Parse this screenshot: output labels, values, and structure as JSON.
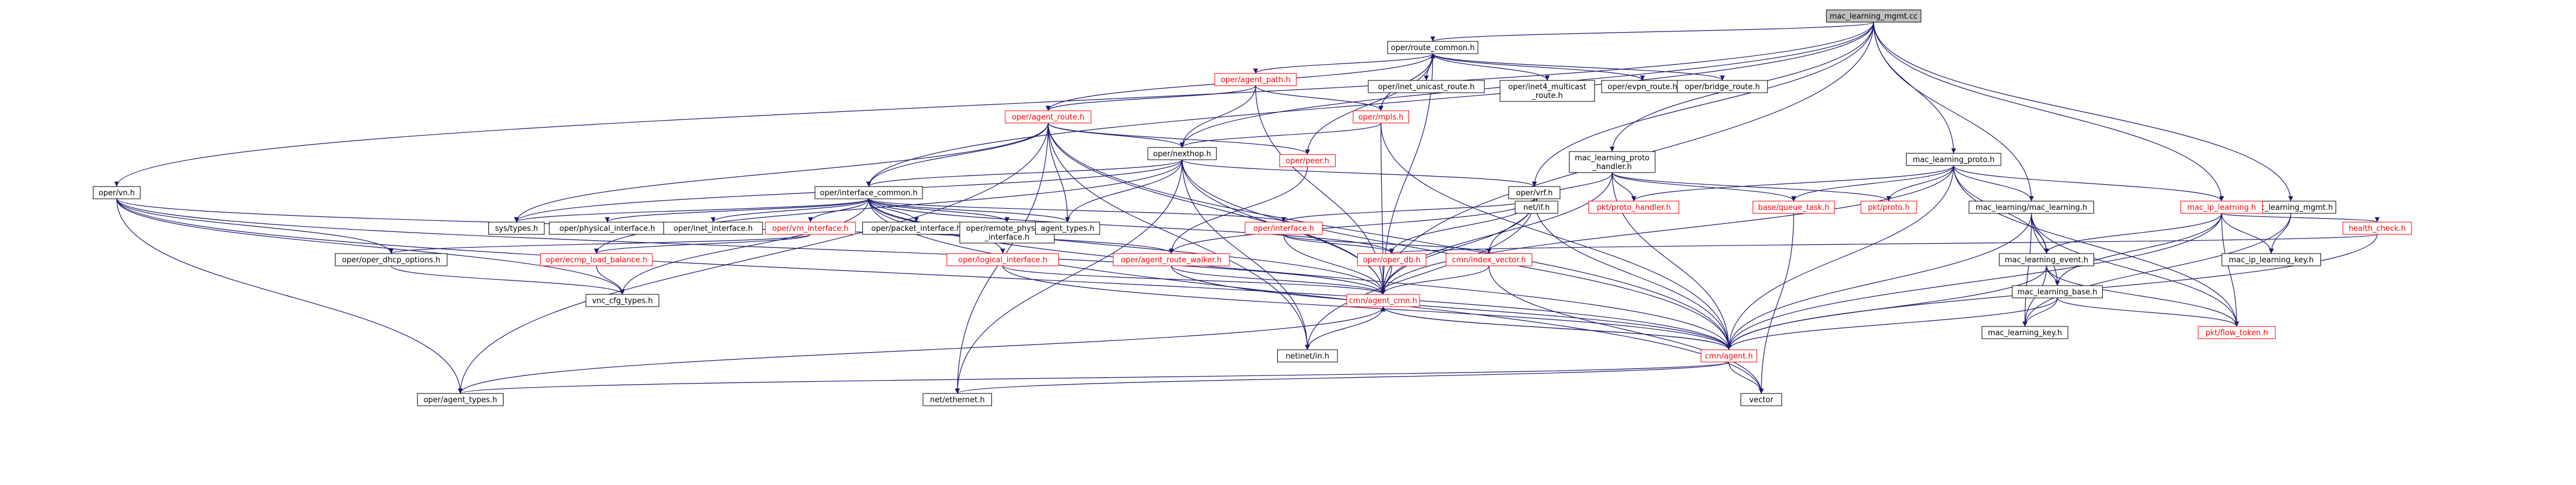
{
  "title": "mac_learning_mgmt.cc",
  "colors": {
    "edge": "#191970",
    "root_fill": "#bfbfbf",
    "missing_file_text": "#ff0000",
    "normal_text": "#000000"
  },
  "nodes": [
    {
      "id": "root",
      "label": "mac_learning_mgmt.cc",
      "style": "root"
    },
    {
      "id": "route_common",
      "label": "oper/route_common.h",
      "style": "normal"
    },
    {
      "id": "agent_path",
      "label": "oper/agent_path.h",
      "style": "red"
    },
    {
      "id": "inet_unicast",
      "label": "oper/inet_unicast_route.h",
      "style": "normal"
    },
    {
      "id": "inet4_multicast",
      "label": "oper/inet4_multicast\n_route.h",
      "style": "normal"
    },
    {
      "id": "evpn_route",
      "label": "oper/evpn_route.h",
      "style": "normal"
    },
    {
      "id": "bridge_route",
      "label": "oper/bridge_route.h",
      "style": "normal"
    },
    {
      "id": "agent_route",
      "label": "oper/agent_route.h",
      "style": "red"
    },
    {
      "id": "mpls",
      "label": "oper/mpls.h",
      "style": "red"
    },
    {
      "id": "peer",
      "label": "oper/peer.h",
      "style": "red"
    },
    {
      "id": "nexthop",
      "label": "oper/nexthop.h",
      "style": "normal"
    },
    {
      "id": "mlph",
      "label": "mac_learning_proto\n_handler.h",
      "style": "normal"
    },
    {
      "id": "mlp",
      "label": "mac_learning_proto.h",
      "style": "normal"
    },
    {
      "id": "vn",
      "label": "oper/vn.h",
      "style": "normal"
    },
    {
      "id": "ifc_common",
      "label": "oper/interface_common.h",
      "style": "normal"
    },
    {
      "id": "vrf",
      "label": "oper/vrf.h",
      "style": "normal"
    },
    {
      "id": "netif",
      "label": "net/if.h",
      "style": "normal"
    },
    {
      "id": "pkt_proto_handler",
      "label": "pkt/proto_handler.h",
      "style": "red"
    },
    {
      "id": "queue_task",
      "label": "base/queue_task.h",
      "style": "red"
    },
    {
      "id": "pkt_proto",
      "label": "pkt/proto.h",
      "style": "red"
    },
    {
      "id": "ml_ml",
      "label": "mac_learning/mac_learning.h",
      "style": "normal"
    },
    {
      "id": "ml_mgmt_h",
      "label": "mac_learning_mgmt.h",
      "style": "normal"
    },
    {
      "id": "ip_learning",
      "label": "mac_ip_learning.h",
      "style": "red"
    },
    {
      "id": "sys_types",
      "label": "sys/types.h",
      "style": "normal"
    },
    {
      "id": "phys_if",
      "label": "oper/physical_interface.h",
      "style": "normal"
    },
    {
      "id": "inet_if",
      "label": "oper/inet_interface.h",
      "style": "normal"
    },
    {
      "id": "vm_if",
      "label": "oper/vm_interface.h",
      "style": "red"
    },
    {
      "id": "pkt_if",
      "label": "oper/packet_interface.h",
      "style": "normal"
    },
    {
      "id": "remote_phys",
      "label": "oper/remote_physical\n_interface.h",
      "style": "normal"
    },
    {
      "id": "agent_types",
      "label": "agent_types.h",
      "style": "normal"
    },
    {
      "id": "interface",
      "label": "oper/interface.h",
      "style": "red"
    },
    {
      "id": "health_check",
      "label": "health_check.h",
      "style": "red"
    },
    {
      "id": "dhcp",
      "label": "oper/oper_dhcp_options.h",
      "style": "normal"
    },
    {
      "id": "ecmp",
      "label": "oper/ecmp_load_balance.h",
      "style": "red"
    },
    {
      "id": "logical_if",
      "label": "oper/logical_interface.h",
      "style": "red"
    },
    {
      "id": "arw",
      "label": "oper/agent_route_walker.h",
      "style": "red"
    },
    {
      "id": "oper_db",
      "label": "oper/oper_db.h",
      "style": "red"
    },
    {
      "id": "index_vector",
      "label": "cmn/index_vector.h",
      "style": "red"
    },
    {
      "id": "ml_event",
      "label": "mac_learning_event.h",
      "style": "normal"
    },
    {
      "id": "ip_learning_key",
      "label": "mac_ip_learning_key.h",
      "style": "normal"
    },
    {
      "id": "ml_base",
      "label": "mac_learning_base.h",
      "style": "normal"
    },
    {
      "id": "vnc_cfg",
      "label": "vnc_cfg_types.h",
      "style": "normal"
    },
    {
      "id": "agent_cmn",
      "label": "cmn/agent_cmn.h",
      "style": "red"
    },
    {
      "id": "ml_key",
      "label": "mac_learning_key.h",
      "style": "normal"
    },
    {
      "id": "flow_token",
      "label": "pkt/flow_token.h",
      "style": "red"
    },
    {
      "id": "netinet_in",
      "label": "netinet/in.h",
      "style": "normal"
    },
    {
      "id": "cmn_agent",
      "label": "cmn/agent.h",
      "style": "red"
    },
    {
      "id": "oper_agent_types",
      "label": "oper/agent_types.h",
      "style": "normal"
    },
    {
      "id": "net_ethernet",
      "label": "net/ethernet.h",
      "style": "normal"
    },
    {
      "id": "vector",
      "label": "vector",
      "style": "normal"
    }
  ],
  "edges": [
    [
      "root",
      "route_common"
    ],
    [
      "root",
      "ifc_common"
    ],
    [
      "root",
      "vn"
    ],
    [
      "root",
      "nexthop"
    ],
    [
      "root",
      "mlph"
    ],
    [
      "root",
      "mlp"
    ],
    [
      "root",
      "ml_ml"
    ],
    [
      "root",
      "ml_mgmt_h"
    ],
    [
      "root",
      "ip_learning"
    ],
    [
      "root",
      "vrf"
    ],
    [
      "root",
      "agent_cmn"
    ],
    [
      "route_common",
      "agent_path"
    ],
    [
      "route_common",
      "inet_unicast"
    ],
    [
      "route_common",
      "inet4_multicast"
    ],
    [
      "route_common",
      "evpn_route"
    ],
    [
      "route_common",
      "bridge_route"
    ],
    [
      "route_common",
      "agent_route"
    ],
    [
      "route_common",
      "mpls"
    ],
    [
      "route_common",
      "peer"
    ],
    [
      "route_common",
      "agent_cmn"
    ],
    [
      "agent_path",
      "agent_route"
    ],
    [
      "agent_path",
      "mpls"
    ],
    [
      "agent_path",
      "nexthop"
    ],
    [
      "agent_path",
      "agent_cmn"
    ],
    [
      "agent_route",
      "nexthop"
    ],
    [
      "agent_route",
      "peer"
    ],
    [
      "agent_route",
      "ifc_common"
    ],
    [
      "agent_route",
      "sys_types"
    ],
    [
      "agent_route",
      "agent_types"
    ],
    [
      "agent_route",
      "agent_cmn"
    ],
    [
      "agent_route",
      "cmn_agent"
    ],
    [
      "agent_route",
      "oper_agent_types"
    ],
    [
      "agent_route",
      "net_ethernet"
    ],
    [
      "agent_route",
      "netinet_in"
    ],
    [
      "mpls",
      "route_common"
    ],
    [
      "mpls",
      "nexthop"
    ],
    [
      "mpls",
      "agent_cmn"
    ],
    [
      "mpls",
      "cmn_agent"
    ],
    [
      "peer",
      "arw"
    ],
    [
      "nexthop",
      "ifc_common"
    ],
    [
      "nexthop",
      "vrf"
    ],
    [
      "nexthop",
      "agent_types"
    ],
    [
      "nexthop",
      "sys_types"
    ],
    [
      "nexthop",
      "agent_cmn"
    ],
    [
      "nexthop",
      "cmn_agent"
    ],
    [
      "nexthop",
      "ecmp"
    ],
    [
      "nexthop",
      "net_ethernet"
    ],
    [
      "nexthop",
      "netinet_in"
    ],
    [
      "mlph",
      "netif"
    ],
    [
      "mlph",
      "pkt_proto_handler"
    ],
    [
      "mlph",
      "queue_task"
    ],
    [
      "mlph",
      "pkt_proto"
    ],
    [
      "mlph",
      "agent_cmn"
    ],
    [
      "mlph",
      "cmn_agent"
    ],
    [
      "mlp",
      "pkt_proto_handler"
    ],
    [
      "mlp",
      "queue_task"
    ],
    [
      "mlp",
      "pkt_proto"
    ],
    [
      "mlp",
      "ml_ml"
    ],
    [
      "mlp",
      "ip_learning"
    ],
    [
      "mlp",
      "ml_event"
    ],
    [
      "mlp",
      "agent_cmn"
    ],
    [
      "mlp",
      "cmn_agent"
    ],
    [
      "mlp",
      "flow_token"
    ],
    [
      "vn",
      "dhcp"
    ],
    [
      "vn",
      "agent_cmn"
    ],
    [
      "vn",
      "cmn_agent"
    ],
    [
      "vn",
      "oper_agent_types"
    ],
    [
      "vn",
      "vnc_cfg"
    ],
    [
      "vn",
      "arw"
    ],
    [
      "ifc_common",
      "sys_types"
    ],
    [
      "ifc_common",
      "phys_if"
    ],
    [
      "ifc_common",
      "inet_if"
    ],
    [
      "ifc_common",
      "vm_if"
    ],
    [
      "ifc_common",
      "pkt_if"
    ],
    [
      "ifc_common",
      "remote_phys"
    ],
    [
      "ifc_common",
      "agent_types"
    ],
    [
      "ifc_common",
      "interface"
    ],
    [
      "ifc_common",
      "logical_if"
    ],
    [
      "ifc_common",
      "vnc_cfg"
    ],
    [
      "ifc_common",
      "agent_cmn"
    ],
    [
      "ifc_common",
      "cmn_agent"
    ],
    [
      "ifc_common",
      "vector"
    ],
    [
      "ifc_common",
      "oper_db"
    ],
    [
      "vrf",
      "interface"
    ],
    [
      "vrf",
      "oper_db"
    ],
    [
      "vrf",
      "index_vector"
    ],
    [
      "vrf",
      "arw"
    ],
    [
      "vrf",
      "agent_cmn"
    ],
    [
      "vrf",
      "cmn_agent"
    ],
    [
      "vrf",
      "netinet_in"
    ],
    [
      "vm_if",
      "dhcp"
    ],
    [
      "vm_if",
      "ecmp"
    ],
    [
      "interface",
      "oper_db"
    ],
    [
      "interface",
      "index_vector"
    ],
    [
      "interface",
      "agent_cmn"
    ],
    [
      "ml_ml",
      "ml_event"
    ],
    [
      "ml_ml",
      "ml_base"
    ],
    [
      "ml_ml",
      "ml_key"
    ],
    [
      "ml_ml",
      "flow_token"
    ],
    [
      "ml_ml",
      "cmn_agent"
    ],
    [
      "ml_mgmt_h",
      "ip_learning_key"
    ],
    [
      "ml_mgmt_h",
      "ml_key"
    ],
    [
      "ip_learning",
      "ml_event"
    ],
    [
      "ip_learning",
      "ip_learning_key"
    ],
    [
      "ip_learning",
      "health_check"
    ],
    [
      "ip_learning",
      "ml_base"
    ],
    [
      "ip_learning",
      "flow_token"
    ],
    [
      "ip_learning",
      "cmn_agent"
    ],
    [
      "health_check",
      "oper_db"
    ],
    [
      "health_check",
      "cmn_agent"
    ],
    [
      "ml_event",
      "ml_base"
    ],
    [
      "ml_event",
      "ml_key"
    ],
    [
      "ml_event",
      "flow_token"
    ],
    [
      "ml_event",
      "cmn_agent"
    ],
    [
      "ml_base",
      "ml_key"
    ],
    [
      "ml_base",
      "flow_token"
    ],
    [
      "ml_base",
      "cmn_agent"
    ],
    [
      "queue_task",
      "vector"
    ],
    [
      "dhcp",
      "vnc_cfg"
    ],
    [
      "ecmp",
      "vnc_cfg"
    ],
    [
      "logical_if",
      "agent_cmn"
    ],
    [
      "logical_if",
      "cmn_agent"
    ],
    [
      "arw",
      "agent_cmn"
    ],
    [
      "arw",
      "cmn_agent"
    ],
    [
      "oper_db",
      "agent_cmn"
    ],
    [
      "index_vector",
      "vector"
    ],
    [
      "index_vector",
      "agent_cmn"
    ],
    [
      "agent_cmn",
      "netinet_in"
    ],
    [
      "agent_cmn",
      "cmn_agent"
    ],
    [
      "agent_cmn",
      "oper_agent_types"
    ],
    [
      "cmn_agent",
      "agent_cmn"
    ],
    [
      "cmn_agent",
      "oper_agent_types"
    ],
    [
      "cmn_agent",
      "net_ethernet"
    ],
    [
      "cmn_agent",
      "vector"
    ]
  ]
}
